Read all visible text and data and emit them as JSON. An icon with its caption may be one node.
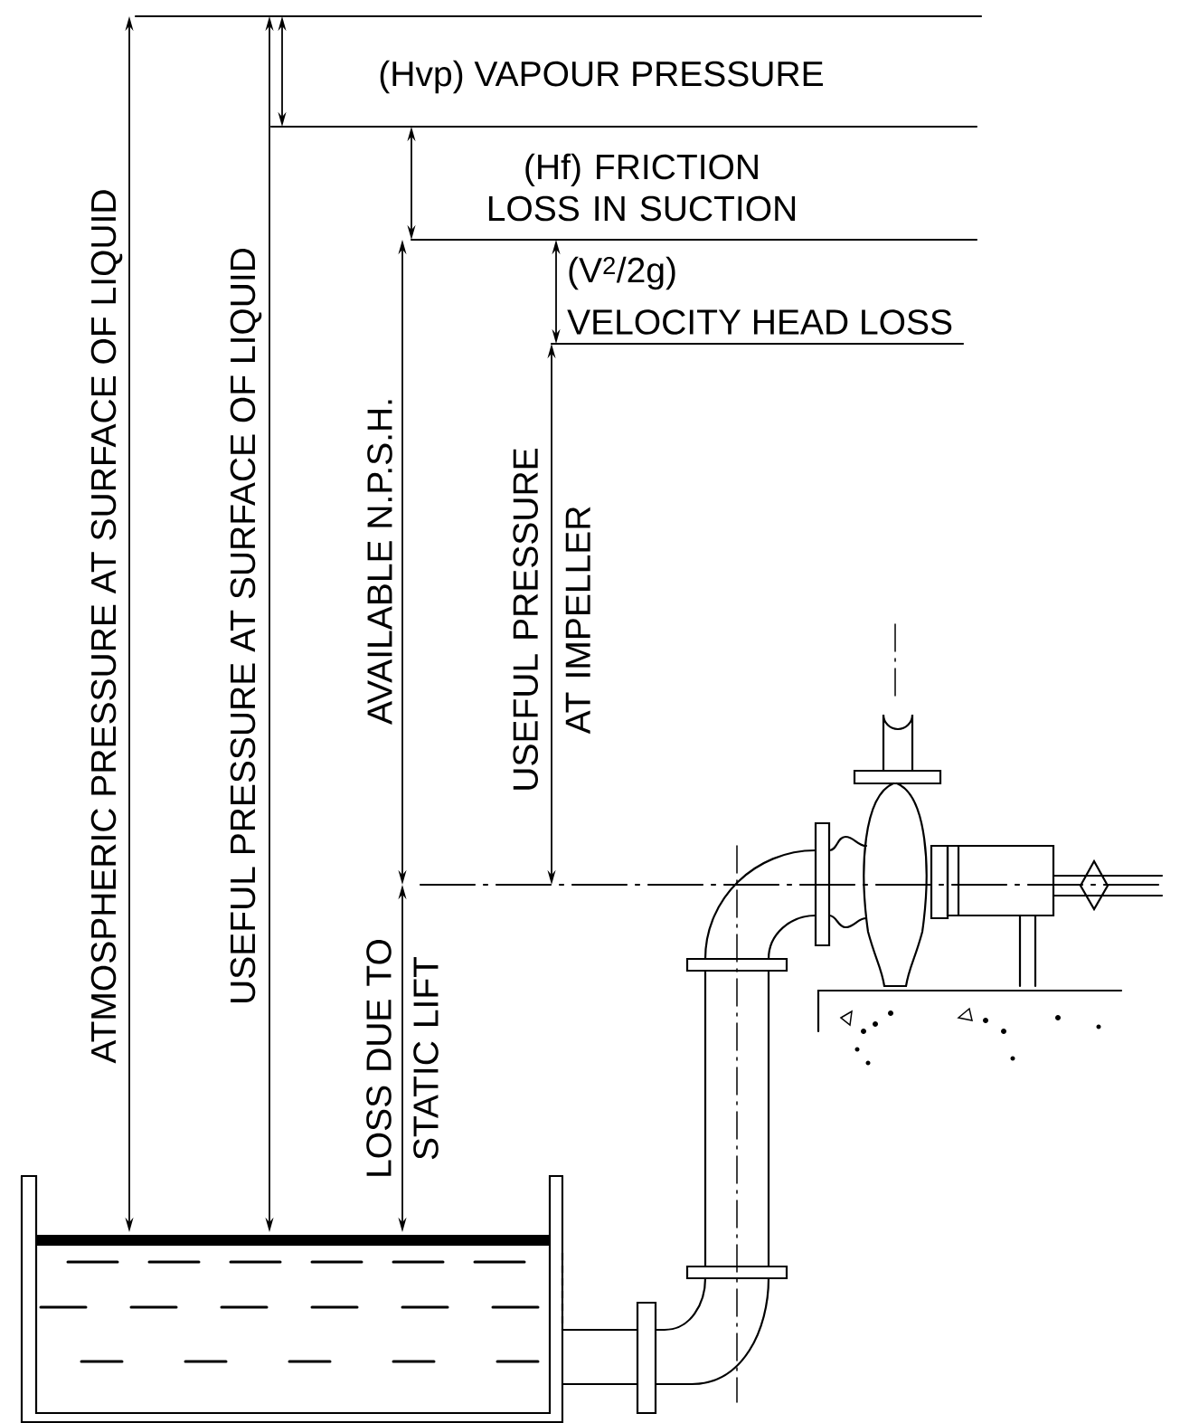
{
  "diagram": {
    "labels": [
      "(Hvp) VAPOUR PRESSURE",
      "(Hf) FRICTION LOSS IN SUCTION",
      "(V$^{2}$/2g)",
      "VELOCITY HEAD LOSS",
      "ATMOSPHERIC PRESSURE AT SURFACE OF LIQUID",
      "USEFUL PRESSURE AT SURFACE OF LIQUID",
      "AVAILABLE N.P.S.H.",
      "USEFUL PRESSURE AT IMPELLER",
      "LOSS DUE TO STATIC LIFT"
    ]
  }
}
